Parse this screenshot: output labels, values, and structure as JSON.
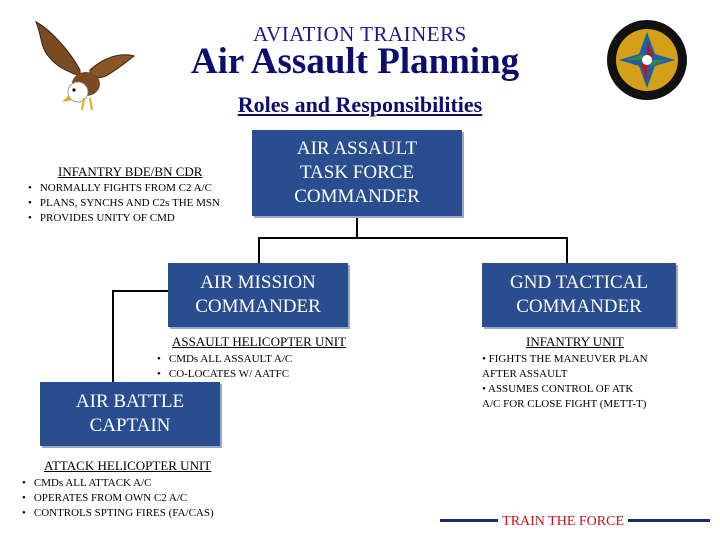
{
  "header": {
    "org": "AVIATION TRAINERS",
    "title": "Air Assault Planning",
    "subtitle": "Roles and Responsibilities"
  },
  "nodes": {
    "aatfc": {
      "label": "AIR ASSAULT TASK FORCE COMMANDER"
    },
    "amc": {
      "label": "AIR MISSION COMMANDER"
    },
    "gtc": {
      "label": "GND TACTICAL COMMANDER"
    },
    "abc": {
      "label": "AIR BATTLE CAPTAIN"
    }
  },
  "infantry_bde": {
    "title": "INFANTRY BDE/BN CDR",
    "bullets": [
      "NORMALLY FIGHTS FROM C2 A/C",
      "PLANS, SYNCHS AND C2s THE MSN",
      "PROVIDES UNITY OF CMD"
    ]
  },
  "assault_unit": {
    "title": "ASSAULT HELICOPTER UNIT",
    "bullets": [
      "CMDs ALL ASSAULT A/C",
      "CO-LOCATES W/ AATFC"
    ]
  },
  "infantry_unit": {
    "title": "INFANTRY UNIT",
    "line1": "•  FIGHTS THE MANEUVER PLAN",
    "line2": "AFTER ASSAULT",
    "line3": "•  ASSUMES CONTROL OF ATK",
    "line4": "A/C FOR CLOSE FIGHT (METT-T)"
  },
  "attack_unit": {
    "title": "ATTACK HELICOPTER UNIT",
    "bullets": [
      "CMDs ALL ATTACK A/C",
      "OPERATES FROM OWN C2 A/C",
      "CONTROLS SPTING FIRES (FA/CAS)"
    ]
  },
  "footer": {
    "text": "TRAIN THE FORCE"
  },
  "colors": {
    "box": "#2a4d8f",
    "title": "#0d0d6e",
    "footer": "#c0131a"
  }
}
